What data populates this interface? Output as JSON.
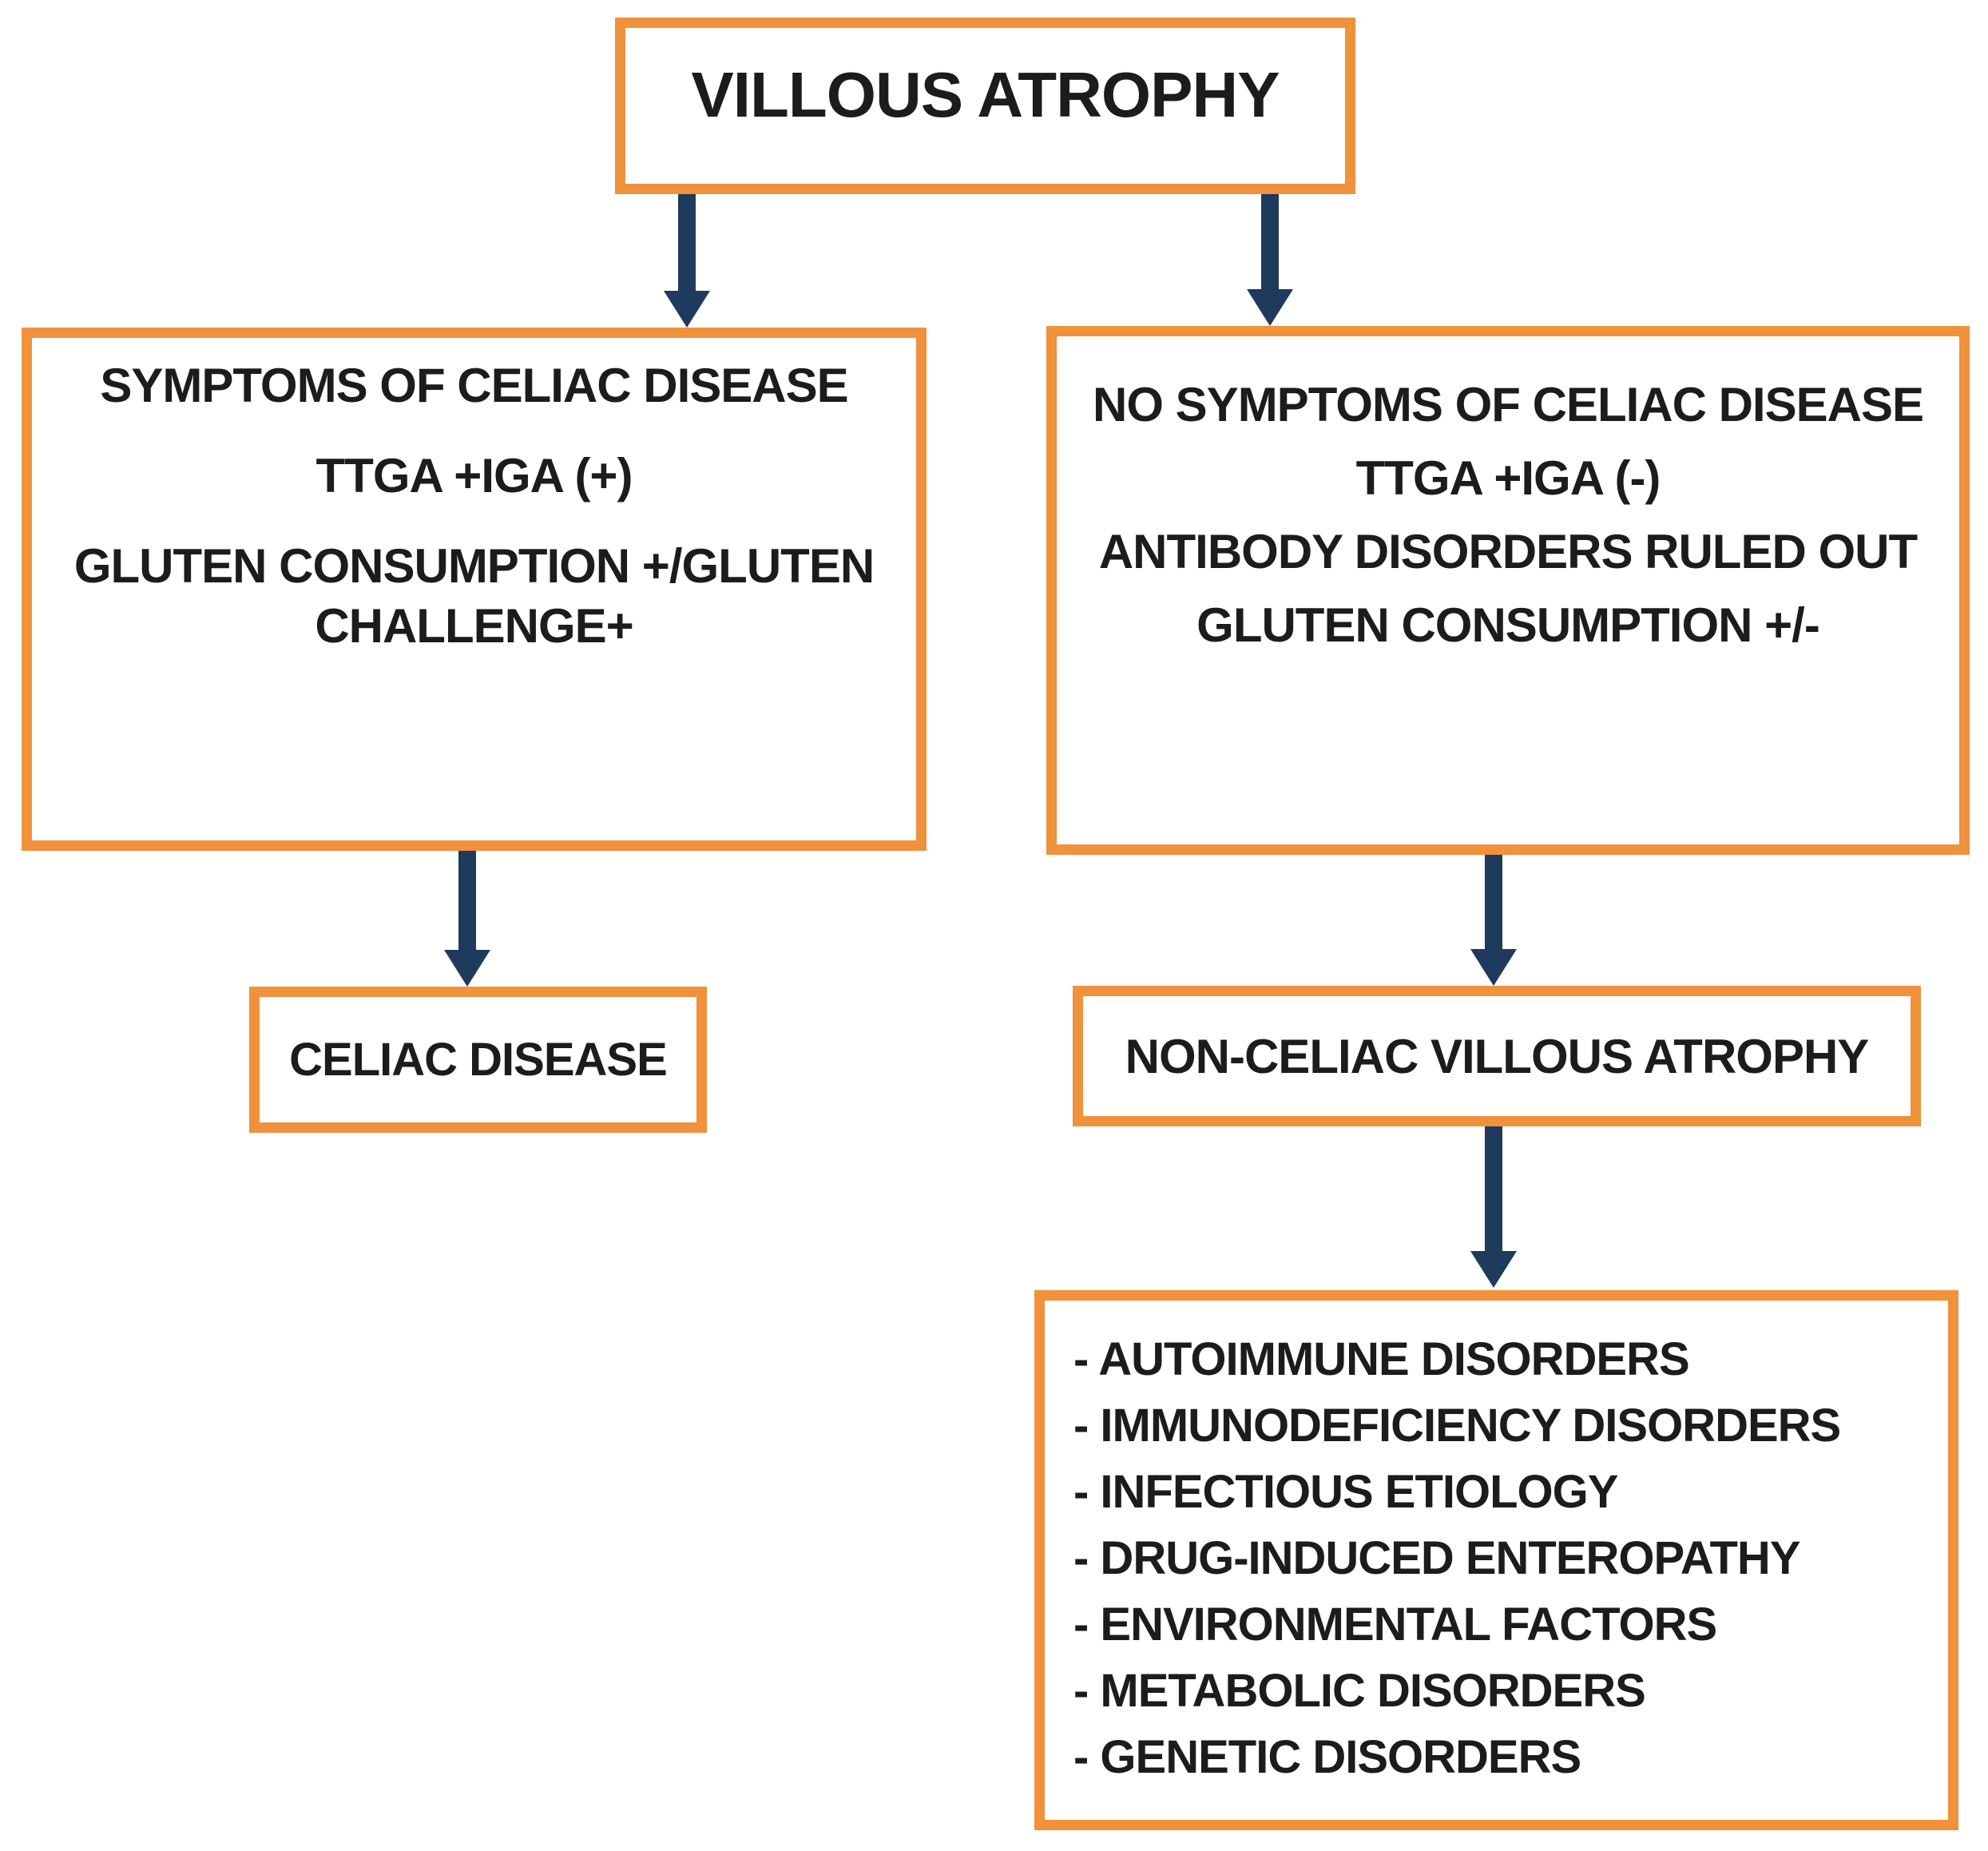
{
  "colors": {
    "box_border_orange": "#F0913C",
    "arrow_navy": "#1E3A5C",
    "text": "#1C1C1C",
    "background": "#FFFFFF"
  },
  "flowchart": {
    "root": {
      "label": "VILLOUS ATROPHY"
    },
    "left_branch": {
      "criteria": {
        "line1": "SYMPTOMS OF CELIAC DISEASE",
        "line2": "TTGA +IGA (+)",
        "line3": "GLUTEN CONSUMPTION +/GLUTEN CHALLENGE+"
      },
      "outcome": {
        "label": "CELIAC DISEASE"
      }
    },
    "right_branch": {
      "criteria": {
        "line1": "NO SYMPTOMS OF CELIAC DISEASE",
        "line2": "TTGA +IGA (-)",
        "line3": "ANTIBODY DISORDERS RULED OUT",
        "line4": "GLUTEN CONSUMPTION +/-"
      },
      "outcome": {
        "label": "NON-CELIAC VILLOUS ATROPHY"
      },
      "causes": {
        "items": [
          "- AUTOIMMUNE DISORDERS",
          "- IMMUNODEFICIENCY DISORDERS",
          "- INFECTIOUS ETIOLOGY",
          "- DRUG-INDUCED ENTEROPATHY",
          "- ENVIRONMENTAL FACTORS",
          "- METABOLIC DISORDERS",
          "- GENETIC DISORDERS"
        ]
      }
    }
  }
}
